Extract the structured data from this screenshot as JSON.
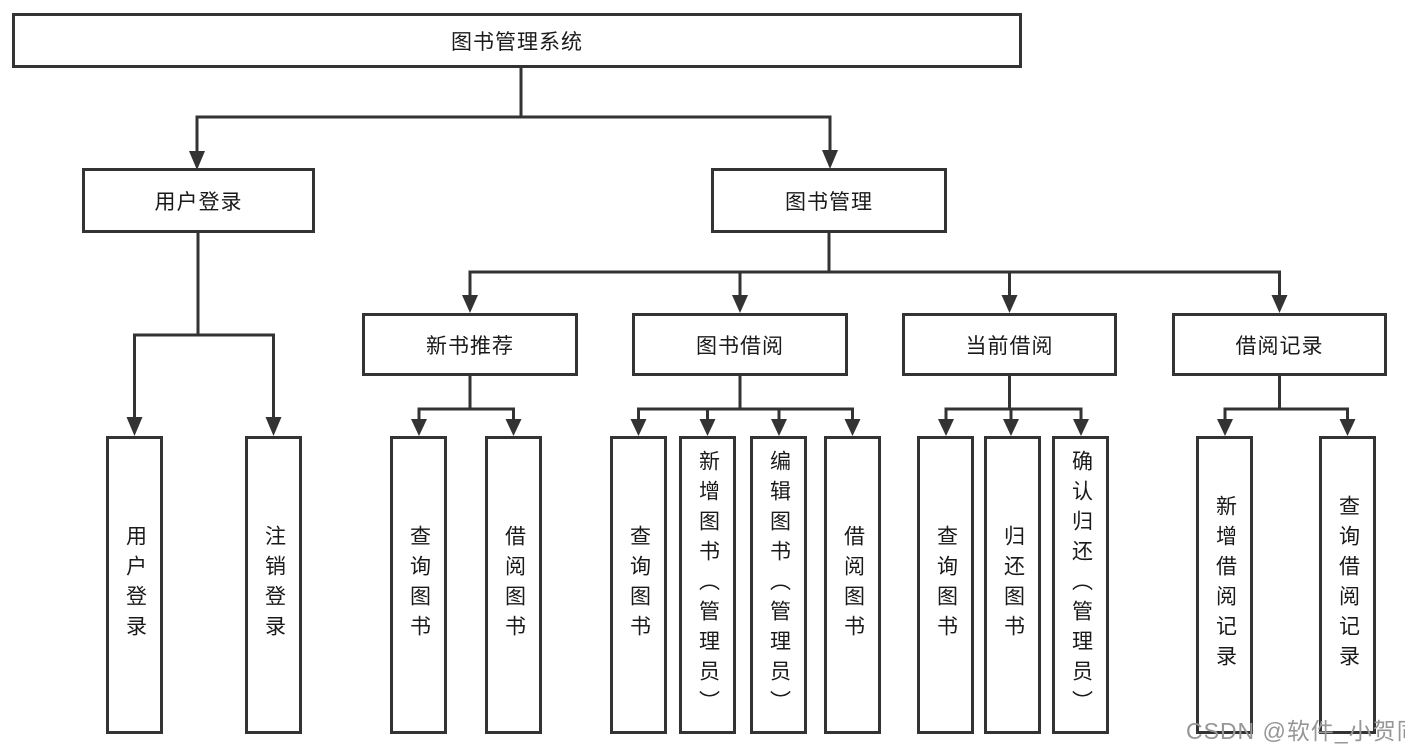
{
  "tree": {
    "root": {
      "label": "图书管理系统"
    },
    "branches": [
      {
        "label": "用户登录",
        "children": [
          {
            "label": "用户登录"
          },
          {
            "label": "注销登录"
          }
        ]
      },
      {
        "label": "图书管理",
        "children": [
          {
            "label": "新书推荐",
            "children": [
              {
                "label": "查询图书"
              },
              {
                "label": "借阅图书"
              }
            ]
          },
          {
            "label": "图书借阅",
            "children": [
              {
                "label": "查询图书"
              },
              {
                "label": "新增图书（管理员）"
              },
              {
                "label": "编辑图书（管理员）"
              },
              {
                "label": "借阅图书"
              }
            ]
          },
          {
            "label": "当前借阅",
            "children": [
              {
                "label": "查询图书"
              },
              {
                "label": "归还图书"
              },
              {
                "label": "确认归还（管理员）"
              }
            ]
          },
          {
            "label": "借阅记录",
            "children": [
              {
                "label": "新增借阅记录"
              },
              {
                "label": "查询借阅记录"
              }
            ]
          }
        ]
      }
    ]
  },
  "watermark": {
    "text": "CSDN @软件_小贺同学"
  },
  "colors": {
    "line": "#333333",
    "text": "#1a1a1a",
    "watermark": "#969696",
    "background": "#ffffff"
  }
}
